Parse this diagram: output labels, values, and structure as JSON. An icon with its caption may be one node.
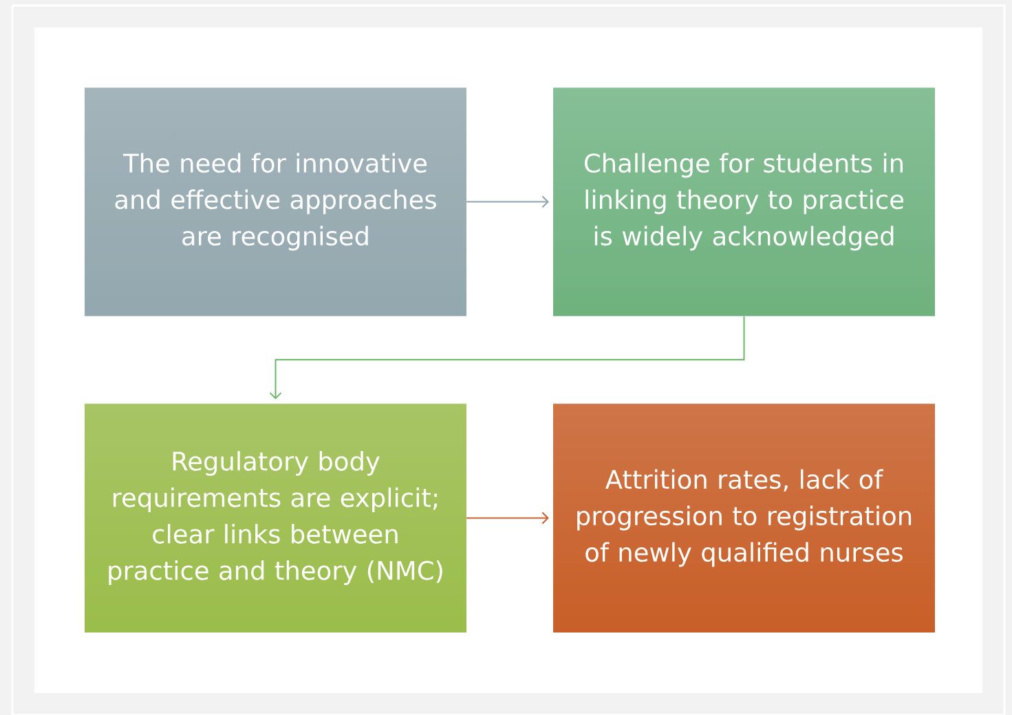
{
  "diagram": {
    "nodes": [
      {
        "text": [
          "The need for innovative and effective approaches are recognised"
        ]
      },
      {
        "text": [
          "Challenge for students in linking theory to practice is widely acknowledged"
        ]
      },
      {
        "text": [
          "Regulatory body requirements are explicit; clear links between practice and theory (NMC)"
        ]
      },
      {
        "text": [
          "Attrition rates,  lack of progression to registration of newly qualified nurses"
        ]
      }
    ],
    "edges": [
      {
        "from": 0,
        "to": 1,
        "arrow": "to",
        "color": "#8fa3aa"
      },
      {
        "from": 1,
        "to": 2,
        "arrow": "to",
        "color": "#6ab56b"
      },
      {
        "from": 2,
        "to": 3,
        "arrow": "to",
        "color": "#c8602e"
      }
    ]
  }
}
